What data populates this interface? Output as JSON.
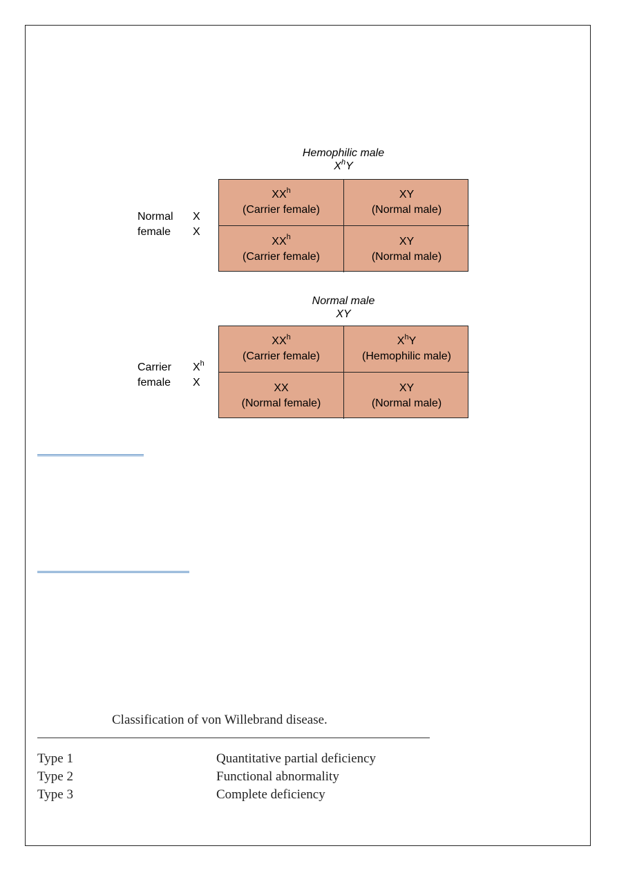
{
  "cross1": {
    "header_title": "Hemophilic male",
    "header_genotype_base": "X",
    "header_genotype_sup": "h",
    "header_genotype_tail": "Y",
    "parent_label_line1": "Normal",
    "parent_label_line2": "female",
    "allele_row1": "X",
    "allele_row1_sup": "",
    "allele_row2": "X",
    "cells": [
      {
        "base": "XX",
        "sup": "h",
        "tail": "",
        "label": "(Carrier female)"
      },
      {
        "base": "XY",
        "sup": "",
        "tail": "",
        "label": "(Normal male)"
      },
      {
        "base": "XX",
        "sup": "h",
        "tail": "",
        "label": "(Carrier female)"
      },
      {
        "base": "XY",
        "sup": "",
        "tail": "",
        "label": "(Normal male)"
      }
    ]
  },
  "cross2": {
    "header_title": "Normal male",
    "header_genotype_base": "XY",
    "header_genotype_sup": "",
    "header_genotype_tail": "",
    "parent_label_line1": "Carrier",
    "parent_label_line2": "female",
    "allele_row1": "X",
    "allele_row1_sup": "h",
    "allele_row2": "X",
    "cells": [
      {
        "base": "XX",
        "sup": "h",
        "tail": "",
        "label": "(Carrier female)"
      },
      {
        "base": "X",
        "sup": "h",
        "tail": "Y",
        "label": "(Hemophilic male)"
      },
      {
        "base": "XX",
        "sup": "",
        "tail": "",
        "label": "(Normal female)"
      },
      {
        "base": "XY",
        "sup": "",
        "tail": "",
        "label": "(Normal male)"
      }
    ]
  },
  "vwd_table": {
    "title": "Classification of von Willebrand disease.",
    "rows": [
      {
        "type": "Type 1",
        "description": "Quantitative partial deficiency"
      },
      {
        "type": "Type 2",
        "description": "Functional abnormality"
      },
      {
        "type": "Type 3",
        "description": "Complete deficiency"
      }
    ]
  },
  "colors": {
    "cell_fill": "#e2a98e",
    "rule_blue": "#5b8fc5"
  }
}
